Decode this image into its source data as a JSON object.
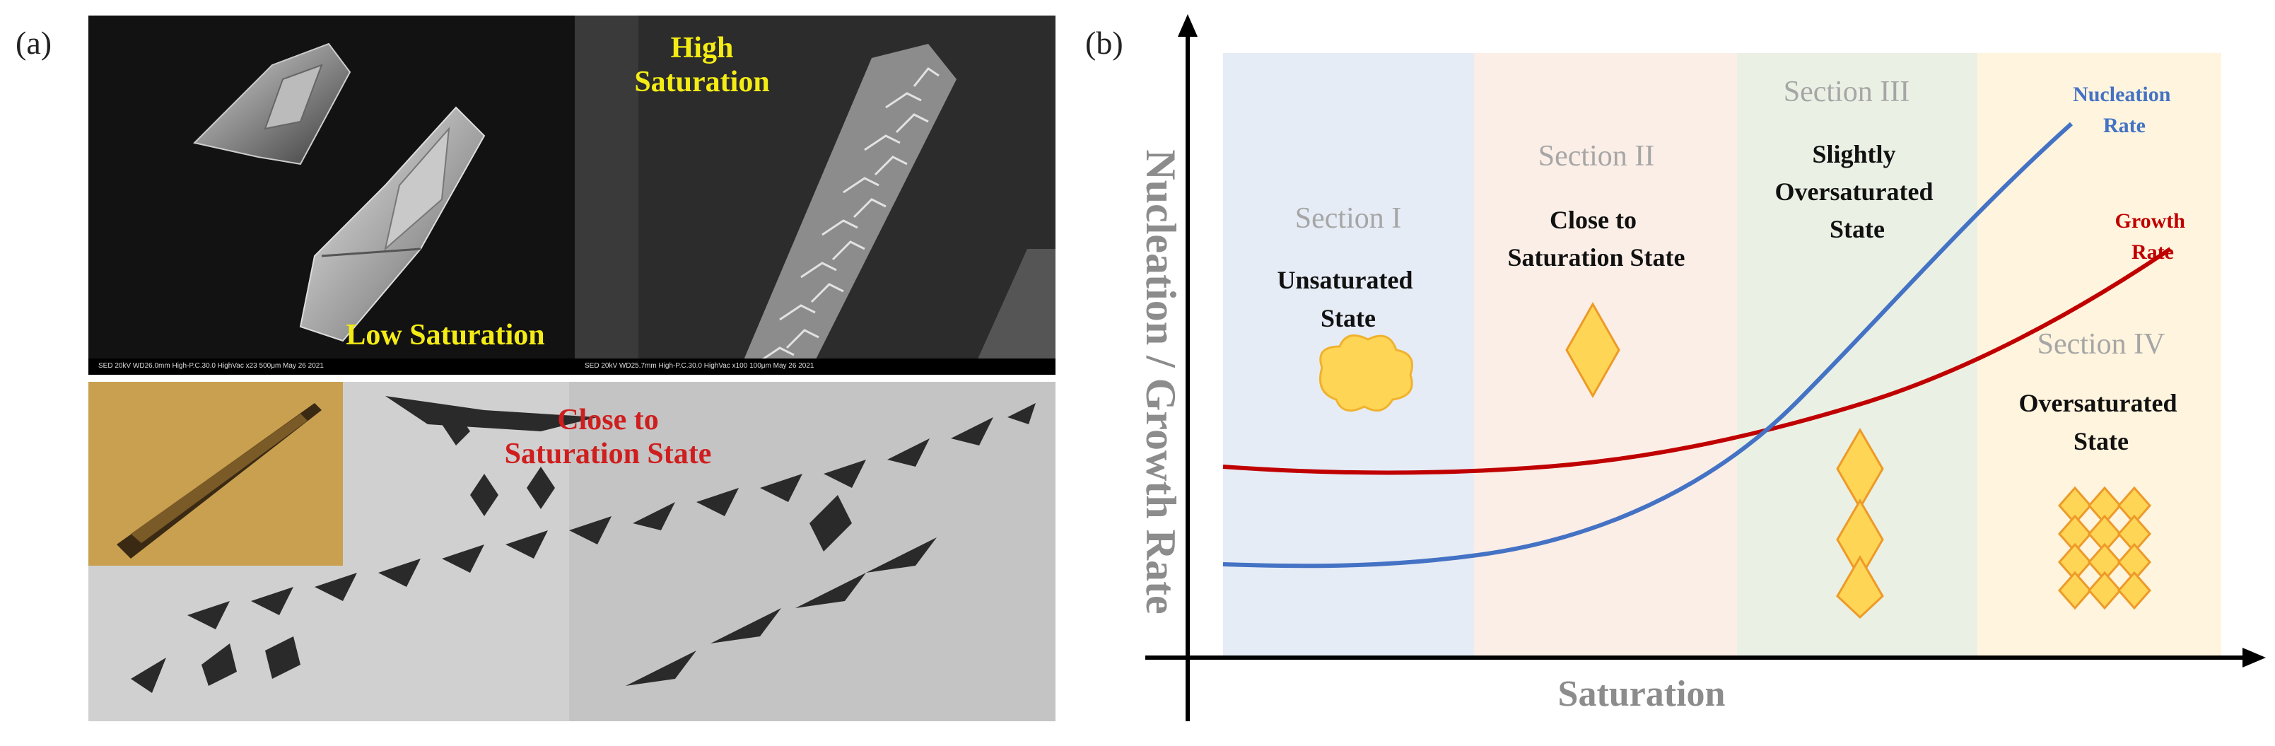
{
  "panel_a": {
    "label": "(a)",
    "images": {
      "low_saturation_label": "Low Saturation",
      "high_saturation_label": "High Saturation",
      "close_label": "Close to Saturation State",
      "sem_left_footer": "SED   20kV   WD26.0mm   High-P.C.30.0   HighVac   x23        500μm   May 26 2021",
      "sem_right_footer": "SED   20kV   WD25.7mm   High-P.C.30.0   HighVac   x100       100μm   May 26 2021"
    }
  },
  "panel_b": {
    "label": "(b)",
    "xlabel": "Saturation",
    "ylabel": "Nucleation / Growth Rate",
    "sections": [
      {
        "name": "Section I",
        "state": "Unsaturated State",
        "color": "#e6ecf6"
      },
      {
        "name": "Section II",
        "state": "Close to Saturation State",
        "color": "#fbeee6"
      },
      {
        "name": "Section III",
        "state": "Slightly Oversaturated State",
        "color": "#eaf1e4"
      },
      {
        "name": "Section IV",
        "state": "Oversaturated State",
        "color": "#fff4de"
      }
    ],
    "curves": {
      "nucleation": {
        "name": "Nucleation Rate",
        "color": "#4472c4"
      },
      "growth": {
        "name": "Growth Rate",
        "color": "#c00000"
      }
    },
    "crystal_color": "#ffd556",
    "crystal_edge": "#ed9a28"
  }
}
